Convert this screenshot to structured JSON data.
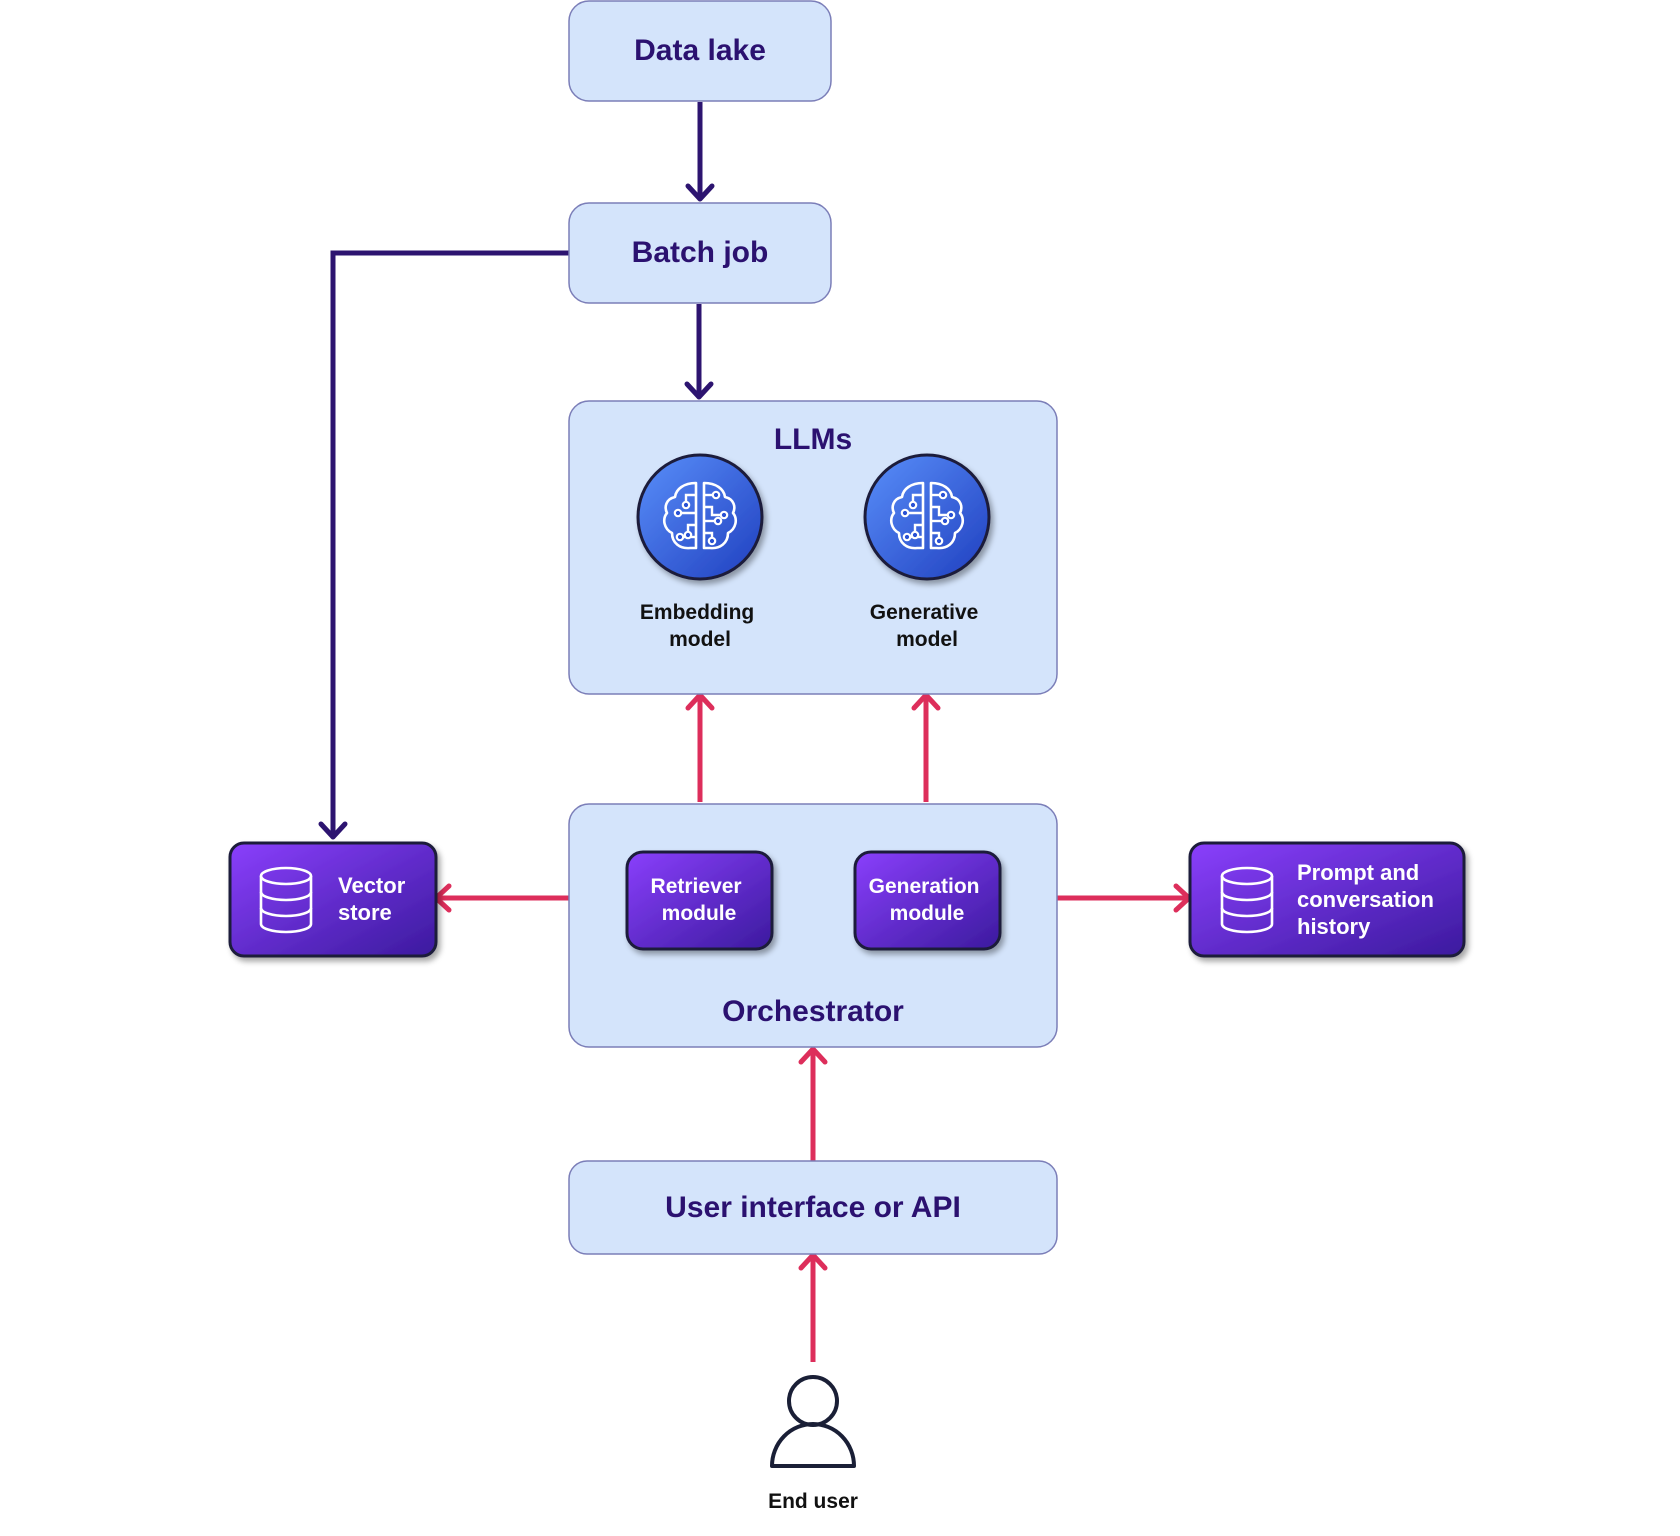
{
  "nodes": {
    "data_lake": "Data lake",
    "batch_job": "Batch job",
    "llms": {
      "title": "LLMs",
      "embedding": [
        "Embedding",
        "model"
      ],
      "generative": [
        "Generative",
        "model"
      ]
    },
    "orchestrator": {
      "title": "Orchestrator",
      "retriever": [
        "Retriever",
        "module"
      ],
      "generation": [
        "Generation",
        "module"
      ]
    },
    "vector_store": [
      "Vector",
      "store"
    ],
    "prompt_history": [
      "Prompt and",
      "conversation",
      "history"
    ],
    "user_interface": "User interface or API",
    "end_user": "End user"
  },
  "icons": {
    "model": "brain-circuit-icon",
    "store": "database-icon",
    "user": "user-icon"
  },
  "colors": {
    "box_fill": "#d4e4fb",
    "box_stroke": "#7b7eb8",
    "label_text": "#2b1170",
    "dark_arrow": "#2d1470",
    "pink_arrow": "#dd2e5b",
    "purple_start": "#8a3ffc",
    "purple_end": "#3b1a9e",
    "icon_blue_start": "#4f86f7",
    "icon_blue_end": "#1f3fbf"
  }
}
